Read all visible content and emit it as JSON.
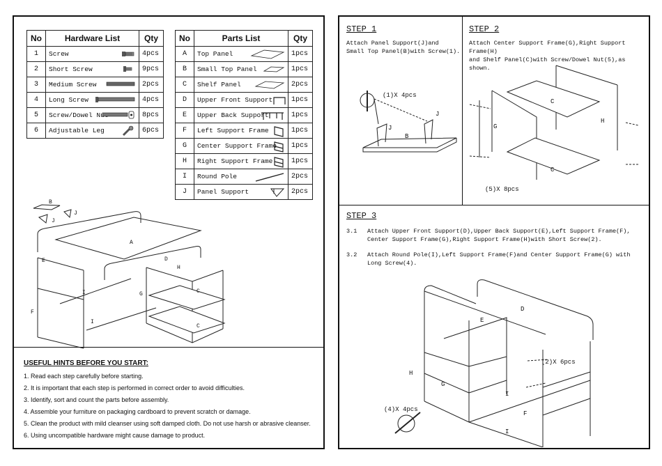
{
  "hardware_table": {
    "headers": {
      "no": "No",
      "name": "Hardware List",
      "qty": "Qty"
    },
    "rows": [
      {
        "no": "1",
        "name": "Screw",
        "qty": "4pcs",
        "icon": "screw-icon"
      },
      {
        "no": "2",
        "name": "Short Screw",
        "qty": "9pcs",
        "icon": "short-screw-icon"
      },
      {
        "no": "3",
        "name": "Medium Screw",
        "qty": "2pcs",
        "icon": "medium-screw-icon"
      },
      {
        "no": "4",
        "name": "Long Screw",
        "qty": "4pcs",
        "icon": "long-screw-icon"
      },
      {
        "no": "5",
        "name": "Screw/Dowel Nut",
        "qty": "8pcs",
        "icon": "dowel-nut-icon"
      },
      {
        "no": "6",
        "name": "Adjustable Leg",
        "qty": "6pcs",
        "icon": "adjustable-leg-icon"
      }
    ]
  },
  "parts_table": {
    "headers": {
      "no": "No",
      "name": "Parts List",
      "qty": "Qty"
    },
    "rows": [
      {
        "no": "A",
        "name": "Top Panel",
        "qty": "1pcs",
        "icon": "top-panel-icon"
      },
      {
        "no": "B",
        "name": "Small Top Panel",
        "qty": "1pcs",
        "icon": "small-top-panel-icon"
      },
      {
        "no": "C",
        "name": "Shelf Panel",
        "qty": "2pcs",
        "icon": "shelf-panel-icon"
      },
      {
        "no": "D",
        "name": "Upper Front Support",
        "qty": "1pcs",
        "icon": "upper-front-support-icon"
      },
      {
        "no": "E",
        "name": "Upper Back Support",
        "qty": "1pcs",
        "icon": "upper-back-support-icon"
      },
      {
        "no": "F",
        "name": "Left Support Frame",
        "qty": "1pcs",
        "icon": "left-frame-icon"
      },
      {
        "no": "G",
        "name": "Center Support Frame",
        "qty": "1pcs",
        "icon": "center-frame-icon"
      },
      {
        "no": "H",
        "name": "Right Support Frame",
        "qty": "1pcs",
        "icon": "right-frame-icon"
      },
      {
        "no": "I",
        "name": "Round Pole",
        "qty": "2pcs",
        "icon": "round-pole-icon"
      },
      {
        "no": "J",
        "name": "Panel Support",
        "qty": "2pcs",
        "icon": "panel-support-icon"
      }
    ]
  },
  "overview_labels": {
    "a": "A",
    "b": "B",
    "c1": "C",
    "c2": "C",
    "d": "D",
    "e": "E",
    "f": "F",
    "g": "G",
    "h": "H",
    "i1": "I",
    "i2": "I",
    "j1": "J",
    "j2": "J"
  },
  "hints": {
    "title": "USEFUL HINTS BEFORE YOU START:",
    "items": [
      "1. Read each step carefully before starting.",
      "2. It is important that each step is performed in correct order to avoid difficulties.",
      "3. Identify, sort and count the parts before assembly.",
      "4. Assemble your furniture on packaging cardboard to prevent scratch or damage.",
      "5. Clean the product with mild cleanser using soft damped cloth. Do not use harsh or abrasive cleanser.",
      "6. Using uncompatible hardware might cause damage to product."
    ]
  },
  "step1": {
    "title": "STEP 1",
    "text_line1": "Attach Panel Support(J)and",
    "text_line2": "Small Top Panel(B)with Screw(1).",
    "callout": "(1)X 4pcs",
    "label_j1": "J",
    "label_j2": "J",
    "label_b": "B"
  },
  "step2": {
    "title": "STEP 2",
    "text_line1": "Attach Center Support Frame(G),Right Support Frame(H)",
    "text_line2": "and Shelf Panel(C)with Screw/Dowel Nut(5),as shown.",
    "callout": "(5)X 8pcs",
    "label_c1": "C",
    "label_c2": "C",
    "label_g": "G",
    "label_h": "H"
  },
  "step3": {
    "title": "STEP 3",
    "items": [
      {
        "num": "3.1",
        "line1": "Attach Upper Front Support(D),Upper Back Support(E),Left Support Frame(F),",
        "line2": "Center Support Frame(G),Right Support Frame(H)with Short Screw(2)."
      },
      {
        "num": "3.2",
        "line1": "Attach Round Pole(I),Left Support Frame(F)and Center Support Frame(G) with",
        "line2": "Long Screw(4)."
      }
    ],
    "callout_2": "(2)X 6pcs",
    "callout_4": "(4)X 4pcs",
    "label_d": "D",
    "label_e": "E",
    "label_h": "H",
    "label_g": "G",
    "label_i1": "I",
    "label_i2": "I",
    "label_f": "F"
  }
}
